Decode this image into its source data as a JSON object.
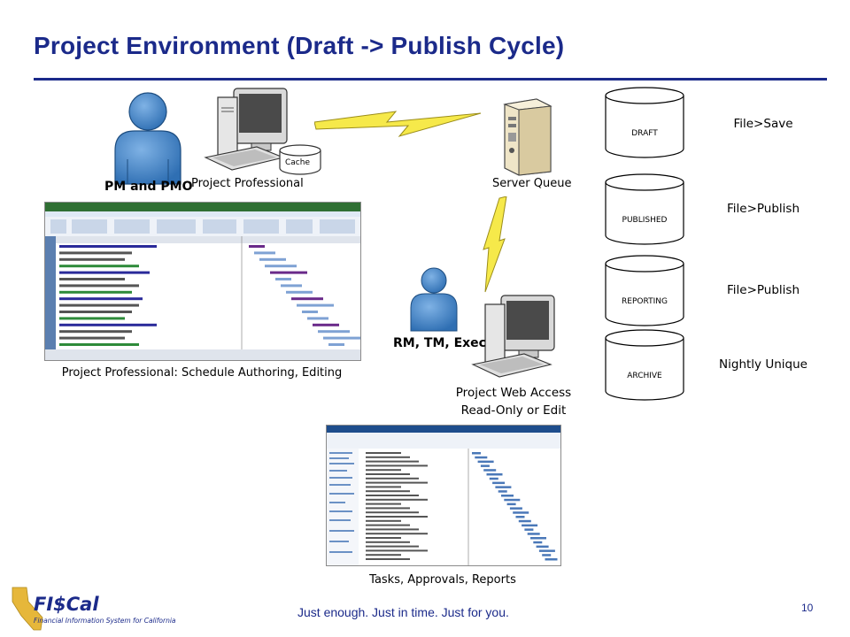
{
  "slide": {
    "title": "Project Environment (Draft -> Publish Cycle)",
    "footer_tagline": "Just enough.  Just in time.  Just for you.",
    "page_number": "10"
  },
  "actors": {
    "pm_label": "PM and PMO",
    "exec_label": "RM, TM, Exec"
  },
  "nodes": {
    "cache_label": "Cache",
    "project_professional_label": "Project Professional",
    "server_queue_label": "Server Queue",
    "pwa_caption_line1": "Project Web Access",
    "pwa_caption_line2": "Read-Only or Edit"
  },
  "captions": {
    "schedule": "Project Professional: Schedule Authoring, Editing",
    "tasks": "Tasks, Approvals, Reports"
  },
  "databases": [
    {
      "name": "DRAFT",
      "action": "File>Save"
    },
    {
      "name": "PUBLISHED",
      "action": "File>Publish"
    },
    {
      "name": "REPORTING",
      "action": "File>Publish"
    },
    {
      "name": "ARCHIVE",
      "action": "Nightly Unique"
    }
  ],
  "logo": {
    "name": "FI$Cal",
    "subtitle": "Financial Information System for California"
  },
  "colors": {
    "title_blue": "#1b2a8a",
    "person_blue": "#3d80c4",
    "lightning_yellow": "#f6e94a",
    "logo_gold": "#e6b73a"
  }
}
